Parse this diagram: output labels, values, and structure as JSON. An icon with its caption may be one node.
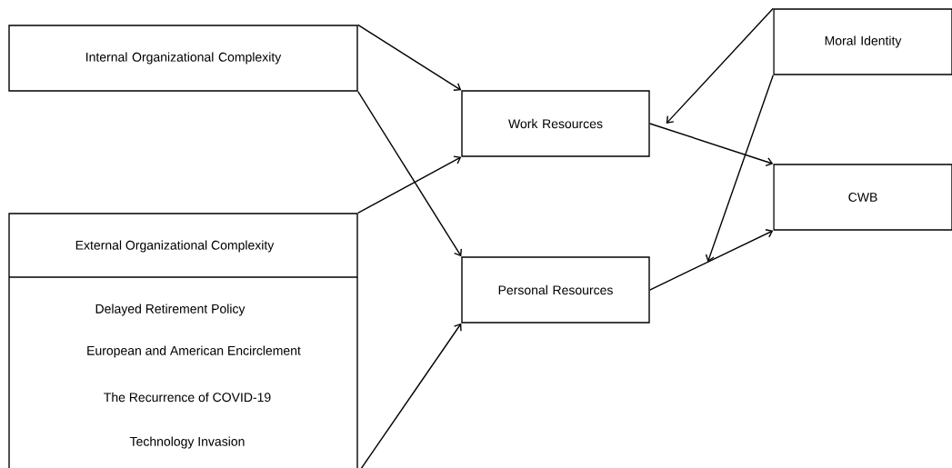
{
  "diagram": {
    "nodes": [
      {
        "text": [
          "Internal Organizational Complexity"
        ]
      },
      {
        "text": [
          "External Organizational Complexity",
          "Delayed Retirement Policy",
          "European and American Encirclement",
          "The Recurrence of COVID-19",
          "Technology Invasion"
        ]
      },
      {
        "text": [
          "Work Resources"
        ]
      },
      {
        "text": [
          "Personal Resources"
        ]
      },
      {
        "text": [
          "Moral Identity"
        ]
      },
      {
        "text": [
          "CWB"
        ]
      }
    ],
    "edges": [
      {
        "from": 0,
        "to": 2,
        "arrow": "to"
      },
      {
        "from": 0,
        "to": 3,
        "arrow": "to"
      },
      {
        "from": 1,
        "to": 2,
        "arrow": "to"
      },
      {
        "from": 1,
        "to": 3,
        "arrow": "to"
      },
      {
        "from": 4,
        "to": 2,
        "arrow": "to"
      },
      {
        "from": 2,
        "to": 5,
        "arrow": "to"
      },
      {
        "from": 3,
        "to": 5,
        "arrow": "to"
      },
      {
        "from": 4,
        "to": null,
        "arrow": "to"
      }
    ]
  }
}
